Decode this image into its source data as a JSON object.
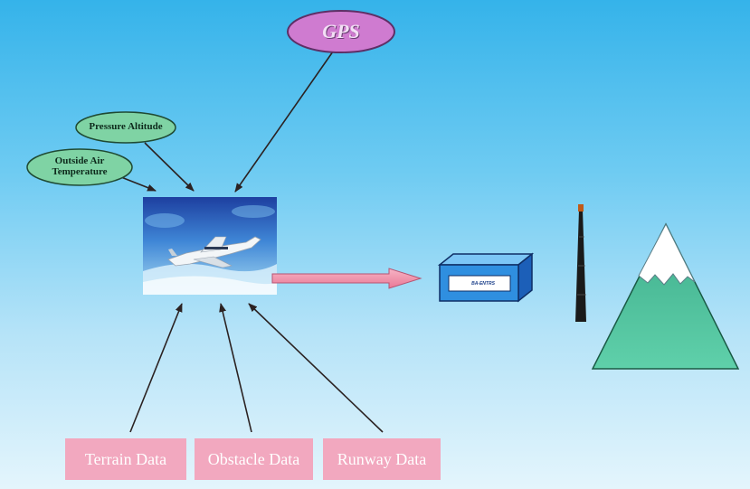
{
  "nodes": {
    "gps": {
      "label": "GPS"
    },
    "pressure_altitude": {
      "label": "Pressure Altitude"
    },
    "outside_air_temperature": {
      "label": "Outside Air Temperature"
    },
    "terrain_data": {
      "label": "Terrain Data"
    },
    "obstacle_data": {
      "label": "Obstacle Data"
    },
    "runway_data": {
      "label": "Runway Data"
    },
    "device": {
      "label": "BA-ENTRS"
    }
  },
  "colors": {
    "gps_oval": "#cf7bd0",
    "input_ovals": "#7fd3a4",
    "data_boxes": "#f2a8bf",
    "device_box": "#2f8fe0",
    "mountain": "#4cc29e",
    "snow": "#ffffff",
    "arrow": "#3a2c2c",
    "output_arrow": "#f08aa4"
  }
}
